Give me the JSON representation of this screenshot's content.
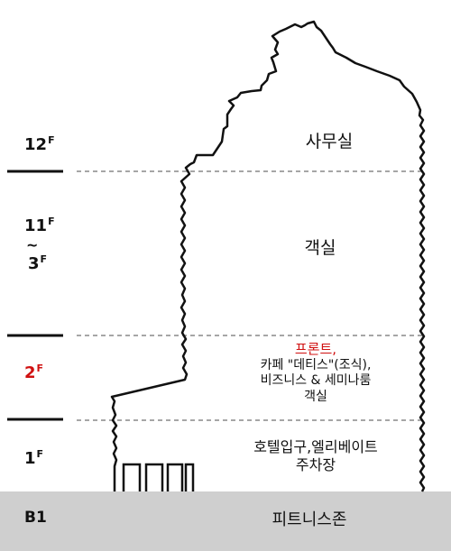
{
  "floors": {
    "f12": {
      "num": "12",
      "sup": "F"
    },
    "f11_3": {
      "top_num": "11",
      "top_sup": "F",
      "tilde": "~",
      "bottom_num": "3",
      "bottom_sup": "F"
    },
    "f2": {
      "num": "2",
      "sup": "F",
      "color": "#d01010"
    },
    "f1": {
      "num": "1",
      "sup": "F"
    },
    "b1": {
      "label": "B1"
    }
  },
  "areas": {
    "office": "사무실",
    "rooms": "객실",
    "front": "프론트,",
    "front_color": "#d01010",
    "cafe": "카페 \"데티스\"(조식),",
    "business": "비즈니스 & 세미나룸",
    "rooms_2f": "객실",
    "entrance": "호텔입구,엘리베이트",
    "parking": "주차장",
    "fitness": "피트니스존"
  },
  "colors": {
    "basement_bar": "#cfcfcf",
    "floor_divider": "#111111",
    "dashed_line": "#888888"
  }
}
